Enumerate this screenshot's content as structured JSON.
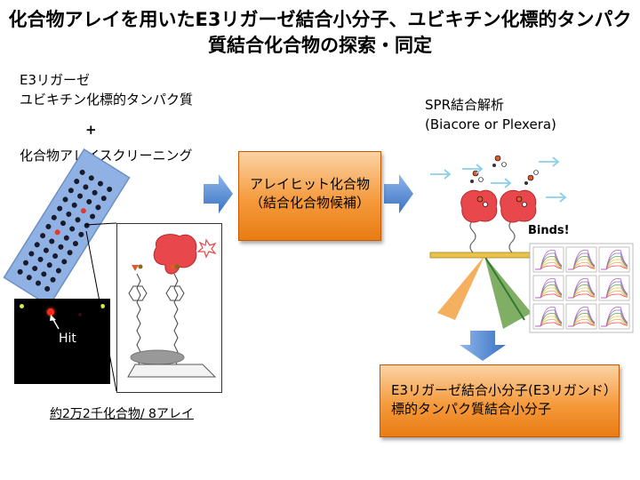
{
  "title": {
    "line1": "化合物アレイを用いたE3リガーゼ結合小分子、ユビキチン化標的タンパク",
    "line2": "質結合化合物の探索・同定"
  },
  "left": {
    "e3_label": "E3リガーゼ",
    "target_label": "ユビキチン化標的タンパク質",
    "plus": "+",
    "screening_label": "化合物アレイスクリーニング",
    "hit_label": "Hit",
    "caption": "約2万2千化合物/ 8アレイ"
  },
  "center": {
    "hit_box_line1": "アレイヒット化合物",
    "hit_box_line2": "（結合化合物候補）"
  },
  "right": {
    "spr_line1": "SPR結合解析",
    "spr_line2": "(Biacore or Plexera)",
    "binds_label": "Binds!",
    "result_line1": "E3リガーゼ結合小分子(E3リガンド）",
    "result_line2": "標的タンパク質結合小分子"
  },
  "colors": {
    "orange": "#f39a3d",
    "arrow_blue": "#5b8fd0",
    "protein_red": "#e8484c",
    "slide_blue": "#8fb1e3",
    "gold": "#e8c24a"
  }
}
